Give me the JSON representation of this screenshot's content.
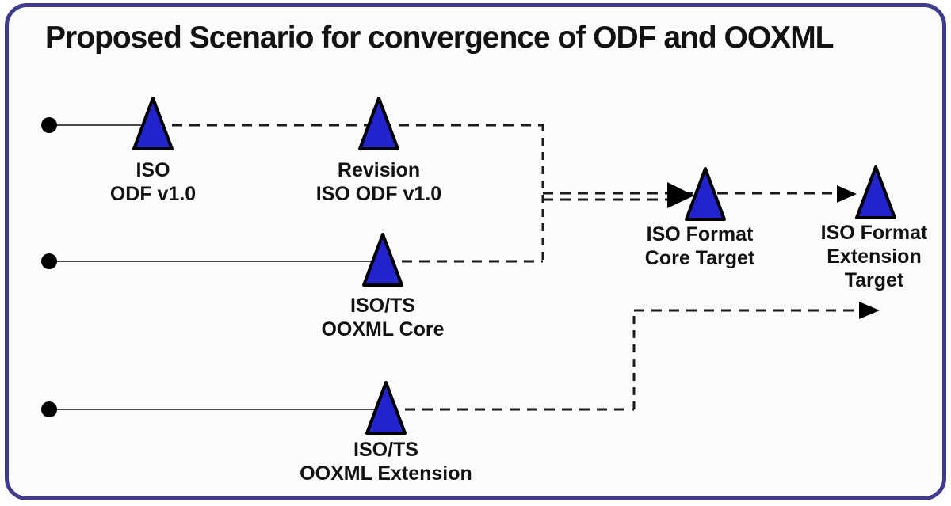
{
  "title": "Proposed Scenario for convergence of ODF and OOXML",
  "colors": {
    "frame_border": "#3e3a8e",
    "canvas_bg": "#fbfbfa",
    "triangle_fill": "#2323cd",
    "triangle_stroke": "#000000",
    "solid_line": "#4a4a4a",
    "dashed_line": "#1a1a1a",
    "dot": "#000000",
    "arrow": "#000000",
    "text": "#121212"
  },
  "milestones": [
    {
      "line1": "ISO",
      "line2": "ODF v1.0"
    },
    {
      "line1": "Revision",
      "line2": "ISO ODF v1.0"
    },
    {
      "line1": "ISO/TS",
      "line2": "OOXML Core"
    },
    {
      "line1": "ISO/TS",
      "line2": "OOXML Extension"
    },
    {
      "line1": "ISO Format",
      "line2": "Core Target"
    },
    {
      "line1": "ISO Format",
      "line2": "Extension",
      "line3": "Target"
    }
  ]
}
